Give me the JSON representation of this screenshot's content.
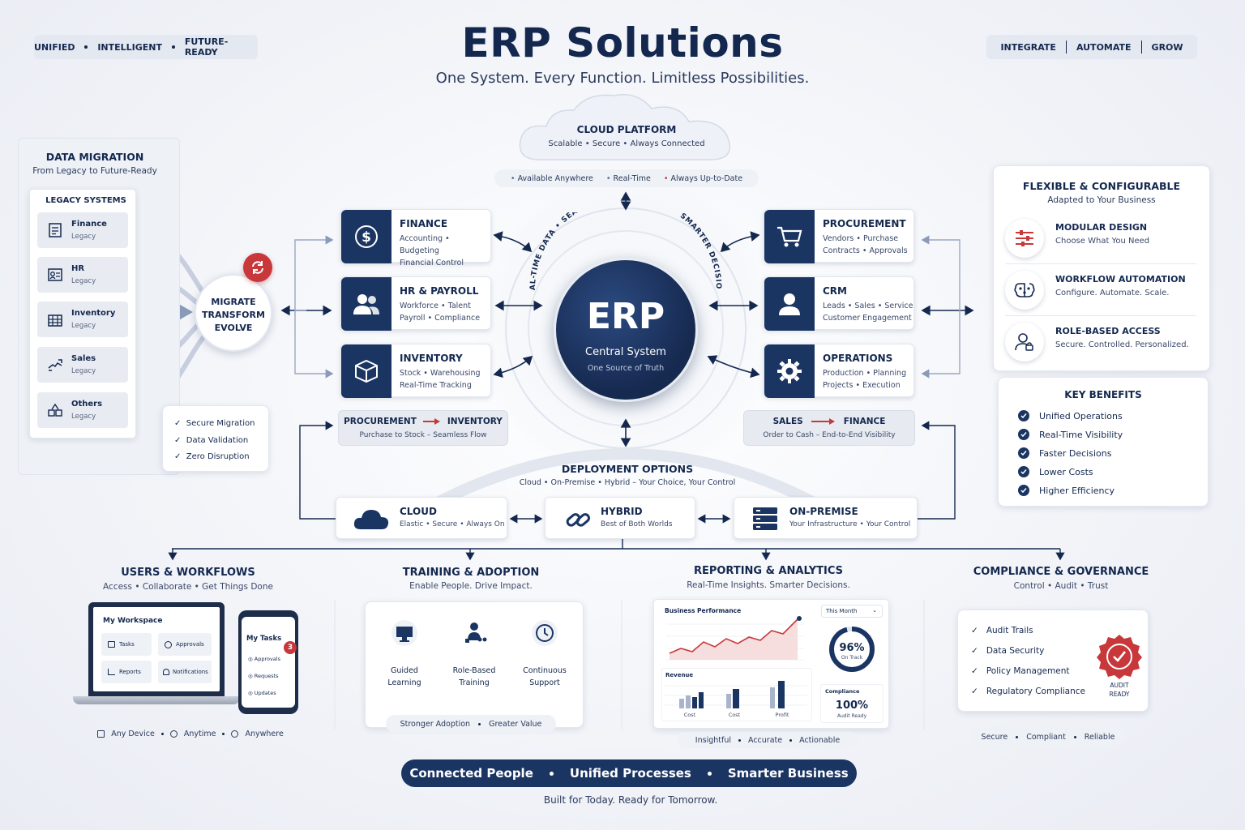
{
  "header": {
    "title": "ERP Solutions",
    "subtitle": "One System. Every Function. Limitless Possibilities.",
    "left_tags": [
      "UNIFIED",
      "INTELLIGENT",
      "FUTURE-READY"
    ],
    "right_tags": [
      "INTEGRATE",
      "AUTOMATE",
      "GROW"
    ]
  },
  "cloud": {
    "title": "CLOUD PLATFORM",
    "subtitle": "Scalable • Secure • Always Connected",
    "tags": [
      "Available Anywhere",
      "Real-Time",
      "Always Up-to-Date"
    ]
  },
  "center": {
    "title": "ERP",
    "subtitle": "Central System",
    "tagline": "One Source of Truth",
    "ring_text": "REAL-TIME DATA • SEAMLESS INTEGRATION • SMARTER DECISIONS"
  },
  "migration": {
    "title": "DATA MIGRATION",
    "subtitle": "From Legacy to Future-Ready",
    "legacy_title": "LEGACY SYSTEMS",
    "items": [
      {
        "name": "Finance",
        "sub": "Legacy",
        "icon": "ledger-icon"
      },
      {
        "name": "HR",
        "sub": "Legacy",
        "icon": "id-badge-icon"
      },
      {
        "name": "Inventory",
        "sub": "Legacy",
        "icon": "building-icon"
      },
      {
        "name": "Sales",
        "sub": "Legacy",
        "icon": "handshake-icon"
      },
      {
        "name": "Others",
        "sub": "Legacy",
        "icon": "boxes-icon"
      }
    ],
    "hub_lines": [
      "MIGRATE",
      "TRANSFORM",
      "EVOLVE"
    ],
    "checks": [
      "Secure Migration",
      "Data Validation",
      "Zero Disruption"
    ]
  },
  "modules_left": [
    {
      "title": "FINANCE",
      "lines": [
        "Accounting • Budgeting",
        "Financial Control"
      ],
      "icon": "dollar-icon"
    },
    {
      "title": "HR & PAYROLL",
      "lines": [
        "Workforce • Talent",
        "Payroll • Compliance"
      ],
      "icon": "people-icon"
    },
    {
      "title": "INVENTORY",
      "lines": [
        "Stock • Warehousing",
        "Real-Time Tracking"
      ],
      "icon": "box-icon"
    }
  ],
  "modules_right": [
    {
      "title": "PROCUREMENT",
      "lines": [
        "Vendors • Purchase",
        "Contracts • Approvals"
      ],
      "icon": "cart-icon"
    },
    {
      "title": "CRM",
      "lines": [
        "Leads • Sales • Service",
        "Customer Engagement"
      ],
      "icon": "person-icon"
    },
    {
      "title": "OPERATIONS",
      "lines": [
        "Production • Planning",
        "Projects • Execution"
      ],
      "icon": "gear-icon"
    }
  ],
  "flows": {
    "left": {
      "from": "PROCUREMENT",
      "to": "INVENTORY",
      "sub": "Purchase to Stock – Seamless Flow"
    },
    "right": {
      "from": "SALES",
      "to": "FINANCE",
      "sub": "Order to Cash – End-to-End Visibility"
    }
  },
  "flexible": {
    "title": "FLEXIBLE & CONFIGURABLE",
    "subtitle": "Adapted to Your Business",
    "items": [
      {
        "title": "MODULAR DESIGN",
        "sub": "Choose What You Need"
      },
      {
        "title": "WORKFLOW AUTOMATION",
        "sub": "Configure. Automate. Scale."
      },
      {
        "title": "ROLE-BASED ACCESS",
        "sub": "Secure. Controlled. Personalized."
      }
    ]
  },
  "benefits": {
    "title": "KEY BENEFITS",
    "items": [
      "Unified Operations",
      "Real-Time Visibility",
      "Faster Decisions",
      "Lower Costs",
      "Higher Efficiency"
    ]
  },
  "deployment": {
    "title": "DEPLOYMENT OPTIONS",
    "subtitle": "Cloud • On-Premise • Hybrid – Your Choice, Your Control",
    "options": [
      {
        "title": "CLOUD",
        "sub": "Elastic • Secure • Always On"
      },
      {
        "title": "HYBRID",
        "sub": "Best of Both Worlds"
      },
      {
        "title": "ON-PREMISE",
        "sub": "Your Infrastructure • Your Control"
      }
    ]
  },
  "users": {
    "title": "USERS & WORKFLOWS",
    "subtitle": "Access • Collaborate • Get Things Done",
    "workspace_title": "My Workspace",
    "workspace_items": [
      "Tasks",
      "Approvals",
      "Reports",
      "Notifications"
    ],
    "phone_title": "My Tasks",
    "phone_badge": "3",
    "phone_items": [
      "Approvals",
      "Requests",
      "Updates"
    ],
    "footer": [
      "Any Device",
      "Anytime",
      "Anywhere"
    ]
  },
  "training": {
    "title": "TRAINING & ADOPTION",
    "subtitle": "Enable People. Drive Impact.",
    "items": [
      {
        "line1": "Guided",
        "line2": "Learning"
      },
      {
        "line1": "Role-Based",
        "line2": "Training"
      },
      {
        "line1": "Continuous",
        "line2": "Support"
      }
    ],
    "footer": [
      "Stronger Adoption",
      "Greater Value"
    ]
  },
  "reporting": {
    "title": "REPORTING & ANALYTICS",
    "subtitle": "Real-Time Insights. Smarter Decisions.",
    "chart_title": "Business Performance",
    "period": "This Month",
    "gauge_value": "96%",
    "gauge_label": "On Track",
    "gauge_fraction": 0.96,
    "revenue_label": "Revenue",
    "bar_groups": [
      "Cost",
      "Cost",
      "Profit"
    ],
    "compliance_label": "Compliance",
    "compliance_value": "100%",
    "compliance_sub": "Audit Ready",
    "footer": [
      "Insightful",
      "Accurate",
      "Actionable"
    ]
  },
  "compliance": {
    "title": "COMPLIANCE & GOVERNANCE",
    "subtitle": "Control • Audit • Trust",
    "items": [
      "Audit Trails",
      "Data Security",
      "Policy Management",
      "Regulatory Compliance"
    ],
    "seal_line1": "AUDIT",
    "seal_line2": "READY",
    "footer": [
      "Secure",
      "Compliant",
      "Reliable"
    ]
  },
  "footer": {
    "bar": [
      "Connected People",
      "Unified Processes",
      "Smarter Business"
    ],
    "tagline": "Built for Today. Ready for Tomorrow."
  }
}
